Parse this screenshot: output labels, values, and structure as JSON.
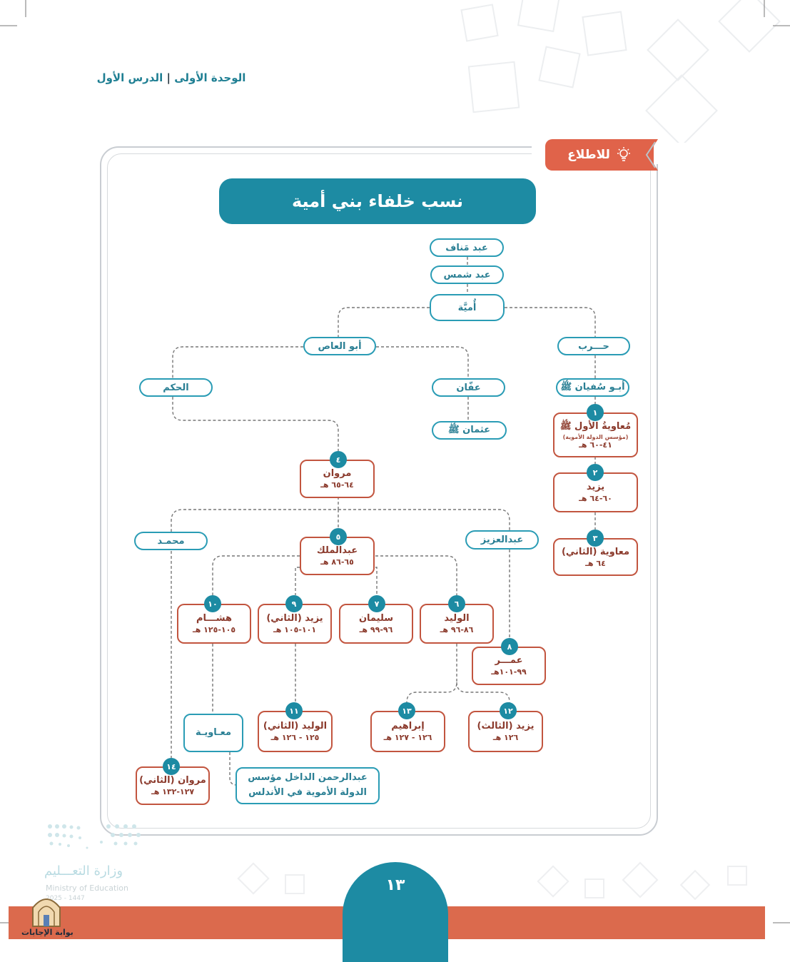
{
  "header": {
    "unit": "الوحدة الأولى",
    "separator": "|",
    "lesson": "الدرس الأول"
  },
  "tag_label": "للاطلاع",
  "title": "نسب خلفاء بني أمية",
  "nodes": {
    "abd_manaf": "عبد مَناف",
    "abd_shams": "عبد شمس",
    "umayya": "أُميَّة",
    "harb": "حـــرب",
    "abu_alas": "أبو العاص",
    "abu_sufyan": "أبـو سُفيان ﷺ",
    "affan": "عفّان",
    "uthman": "عثمان ﷺ",
    "alhakam": "الحكم",
    "muhammad": "محمـد",
    "abdulaziz": "عبدالعزيز",
    "muawiya_b": "معـاويـة",
    "abdulrahman_l1": "عبدالرحمن الداخل مؤسس",
    "abdulrahman_l2": "الدولة الأموية في الأندلس"
  },
  "caliphs": {
    "c1": {
      "num": "١",
      "name": "مُعاويةُ الأول ﷺ",
      "note": "(مؤسس الدولة الأموية)",
      "date": "٤١-٦٠ هـ"
    },
    "c2": {
      "num": "٢",
      "name": "يزيد",
      "date": "٦٠-٦٤ هـ"
    },
    "c3": {
      "num": "٣",
      "name": "معاوية (الثاني)",
      "date": "٦٤ هـ"
    },
    "c4": {
      "num": "٤",
      "name": "مروان",
      "date": "٦٤-٦٥ هـ"
    },
    "c5": {
      "num": "٥",
      "name": "عبدالملك",
      "date": "٦٥-٨٦ هـ"
    },
    "c6": {
      "num": "٦",
      "name": "الوليد",
      "date": "٨٦-٩٦ هـ"
    },
    "c7": {
      "num": "٧",
      "name": "سليمان",
      "date": "٩٦-٩٩ هـ"
    },
    "c8": {
      "num": "٨",
      "name": "عمـــر",
      "date": "٩٩-١٠١هـ"
    },
    "c9": {
      "num": "٩",
      "name": "يزيد (الثاني)",
      "date": "١٠١-١٠٥ هـ"
    },
    "c10": {
      "num": "١٠",
      "name": "هشـــام",
      "date": "١٠٥-١٢٥ هـ"
    },
    "c11": {
      "num": "١١",
      "name": "الوليد (الثاني)",
      "date": "١٢٥ - ١٢٦ هـ"
    },
    "c12": {
      "num": "١٢",
      "name": "يزيد (الثالث)",
      "date": "١٢٦ هـ"
    },
    "c13": {
      "num": "١٣",
      "name": "إبراهيم",
      "date": "١٢٦ - ١٢٧ هـ"
    },
    "c14": {
      "num": "١٤",
      "name": "مروان (الثاني)",
      "date": "١٢٧-١٣٢ هـ"
    }
  },
  "footer": {
    "ministry_ar": "وزارة التعـــليم",
    "ministry_en": "Ministry of Education",
    "year": "2025 - 1447",
    "page_number": "١٣",
    "site": "بوابة الإجابات"
  },
  "colors": {
    "teal": "#1d8ba3",
    "coral": "#e0634a",
    "brick": "#c2553f"
  }
}
